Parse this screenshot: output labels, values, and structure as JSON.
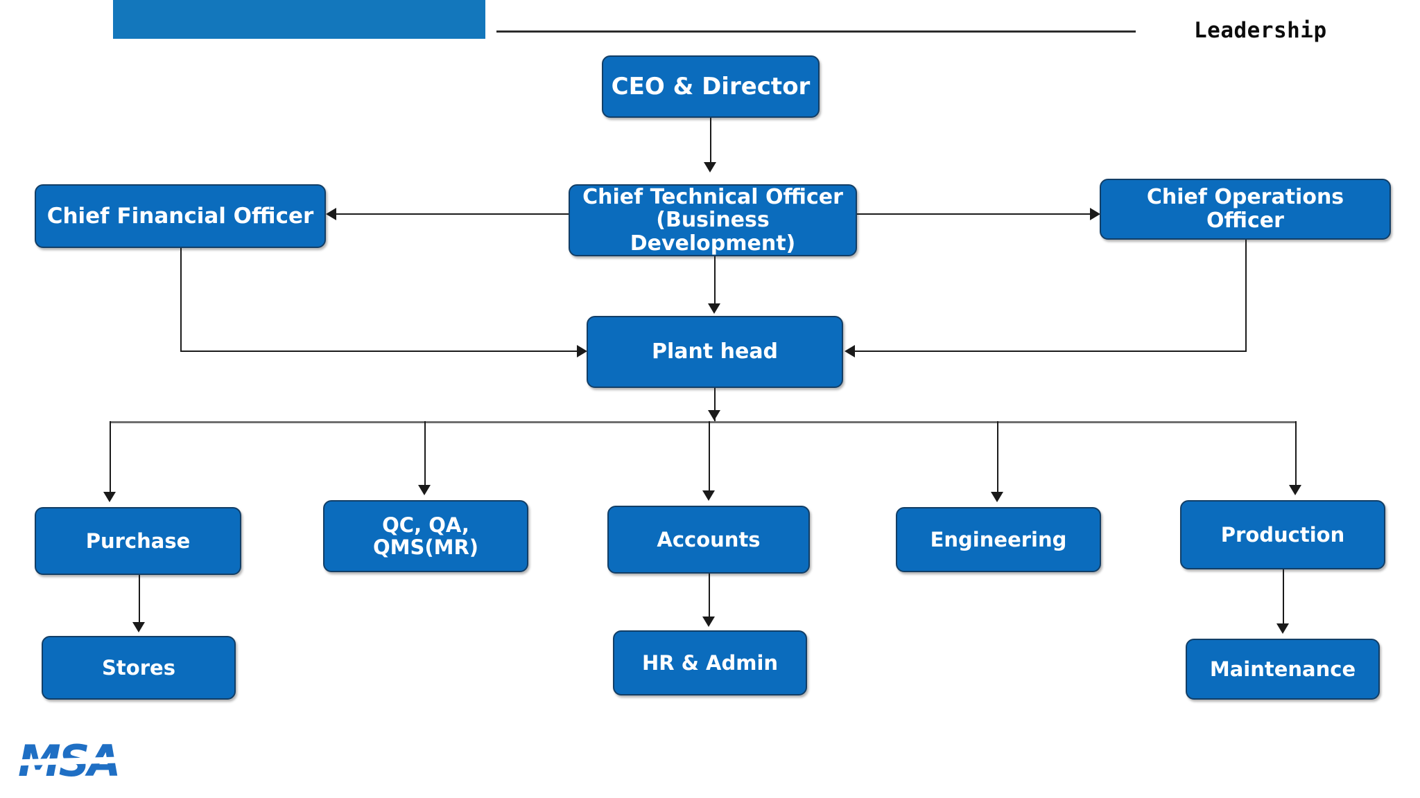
{
  "header": {
    "title": "Leadership",
    "accent_color": "#1377BC",
    "rule_color": "#2b2b2b"
  },
  "theme": {
    "node_fill": "#0B6CBD",
    "node_border": "#123E66",
    "node_text": "#ffffff",
    "connector": "#1a1a1a",
    "bus": "#6e6e6e",
    "background": "#ffffff"
  },
  "chart_data": {
    "type": "diagram",
    "subtype": "organization-chart",
    "title": "Leadership",
    "nodes": [
      {
        "id": "ceo",
        "label": "CEO & Director",
        "level": 1
      },
      {
        "id": "cfo",
        "label": "Chief Financial Officer",
        "level": 2
      },
      {
        "id": "cto",
        "label": "Chief Technical Officer\n(Business Development)",
        "level": 2
      },
      {
        "id": "coo",
        "label": "Chief Operations Officer",
        "level": 2
      },
      {
        "id": "plant",
        "label": "Plant head",
        "level": 3
      },
      {
        "id": "purchase",
        "label": "Purchase",
        "level": 4
      },
      {
        "id": "qc",
        "label": "QC, QA,\nQMS(MR)",
        "level": 4
      },
      {
        "id": "accounts",
        "label": "Accounts",
        "level": 4
      },
      {
        "id": "engineering",
        "label": "Engineering",
        "level": 4
      },
      {
        "id": "production",
        "label": "Production",
        "level": 4
      },
      {
        "id": "stores",
        "label": "Stores",
        "level": 5
      },
      {
        "id": "hr",
        "label": "HR & Admin",
        "level": 5
      },
      {
        "id": "maintenance",
        "label": "Maintenance",
        "level": 5
      }
    ],
    "edges": [
      {
        "from": "ceo",
        "to": "cto",
        "style": "arrow-down"
      },
      {
        "from": "cto",
        "to": "cfo",
        "style": "arrow-left"
      },
      {
        "from": "cto",
        "to": "coo",
        "style": "arrow-right"
      },
      {
        "from": "cto",
        "to": "plant",
        "style": "arrow-down"
      },
      {
        "from": "cfo",
        "to": "plant",
        "style": "elbow-arrow-right"
      },
      {
        "from": "coo",
        "to": "plant",
        "style": "elbow-arrow-left"
      },
      {
        "from": "plant",
        "to": "purchase",
        "style": "bus-arrow-down"
      },
      {
        "from": "plant",
        "to": "qc",
        "style": "bus-arrow-down"
      },
      {
        "from": "plant",
        "to": "accounts",
        "style": "bus-arrow-down"
      },
      {
        "from": "plant",
        "to": "engineering",
        "style": "bus-arrow-down"
      },
      {
        "from": "plant",
        "to": "production",
        "style": "bus-arrow-down"
      },
      {
        "from": "purchase",
        "to": "stores",
        "style": "arrow-down"
      },
      {
        "from": "accounts",
        "to": "hr",
        "style": "arrow-down"
      },
      {
        "from": "production",
        "to": "maintenance",
        "style": "arrow-down"
      }
    ]
  },
  "footer": {
    "logo_text": "MSA",
    "logo_color": "#1F6FC4"
  }
}
